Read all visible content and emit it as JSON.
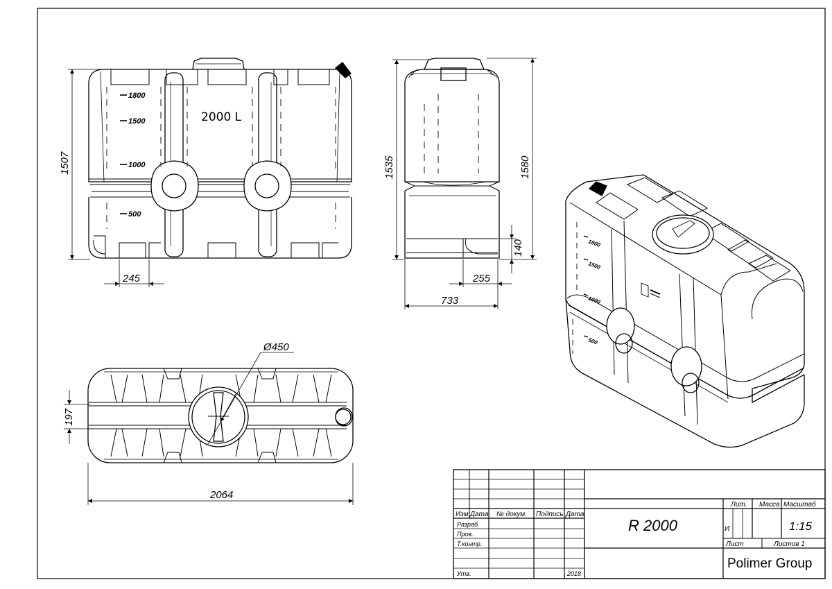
{
  "drawing": {
    "capacity_label": "2000 L",
    "level_marks_front": [
      "1800",
      "1500",
      "1000",
      "500"
    ],
    "level_marks_iso": [
      "1800",
      "1500",
      "1000",
      "500"
    ],
    "dimensions": {
      "front_height": "1507",
      "front_spacing": "245",
      "side_height_inner": "1535",
      "side_height_total": "1580",
      "side_base": "140",
      "side_spacing": "255",
      "side_width": "733",
      "lid_diameter": "Ø450",
      "top_width": "197",
      "length": "2064"
    }
  },
  "title_block": {
    "headers": [
      "Изм",
      "Дата",
      "№ докум.",
      "Подпись",
      "Дата"
    ],
    "rows": [
      "Разраб.",
      "Пров.",
      "Т.контр.",
      "",
      "Утв."
    ],
    "year": "2018",
    "name": "R 2000",
    "lit_label": "Лит.",
    "mass_label": "Масса",
    "scale_label": "Масштаб",
    "lit_value": "И",
    "scale_value": "1:15",
    "sheet_label": "Лист",
    "sheets_label": "Листов 1",
    "organization": "Polimer Group"
  }
}
